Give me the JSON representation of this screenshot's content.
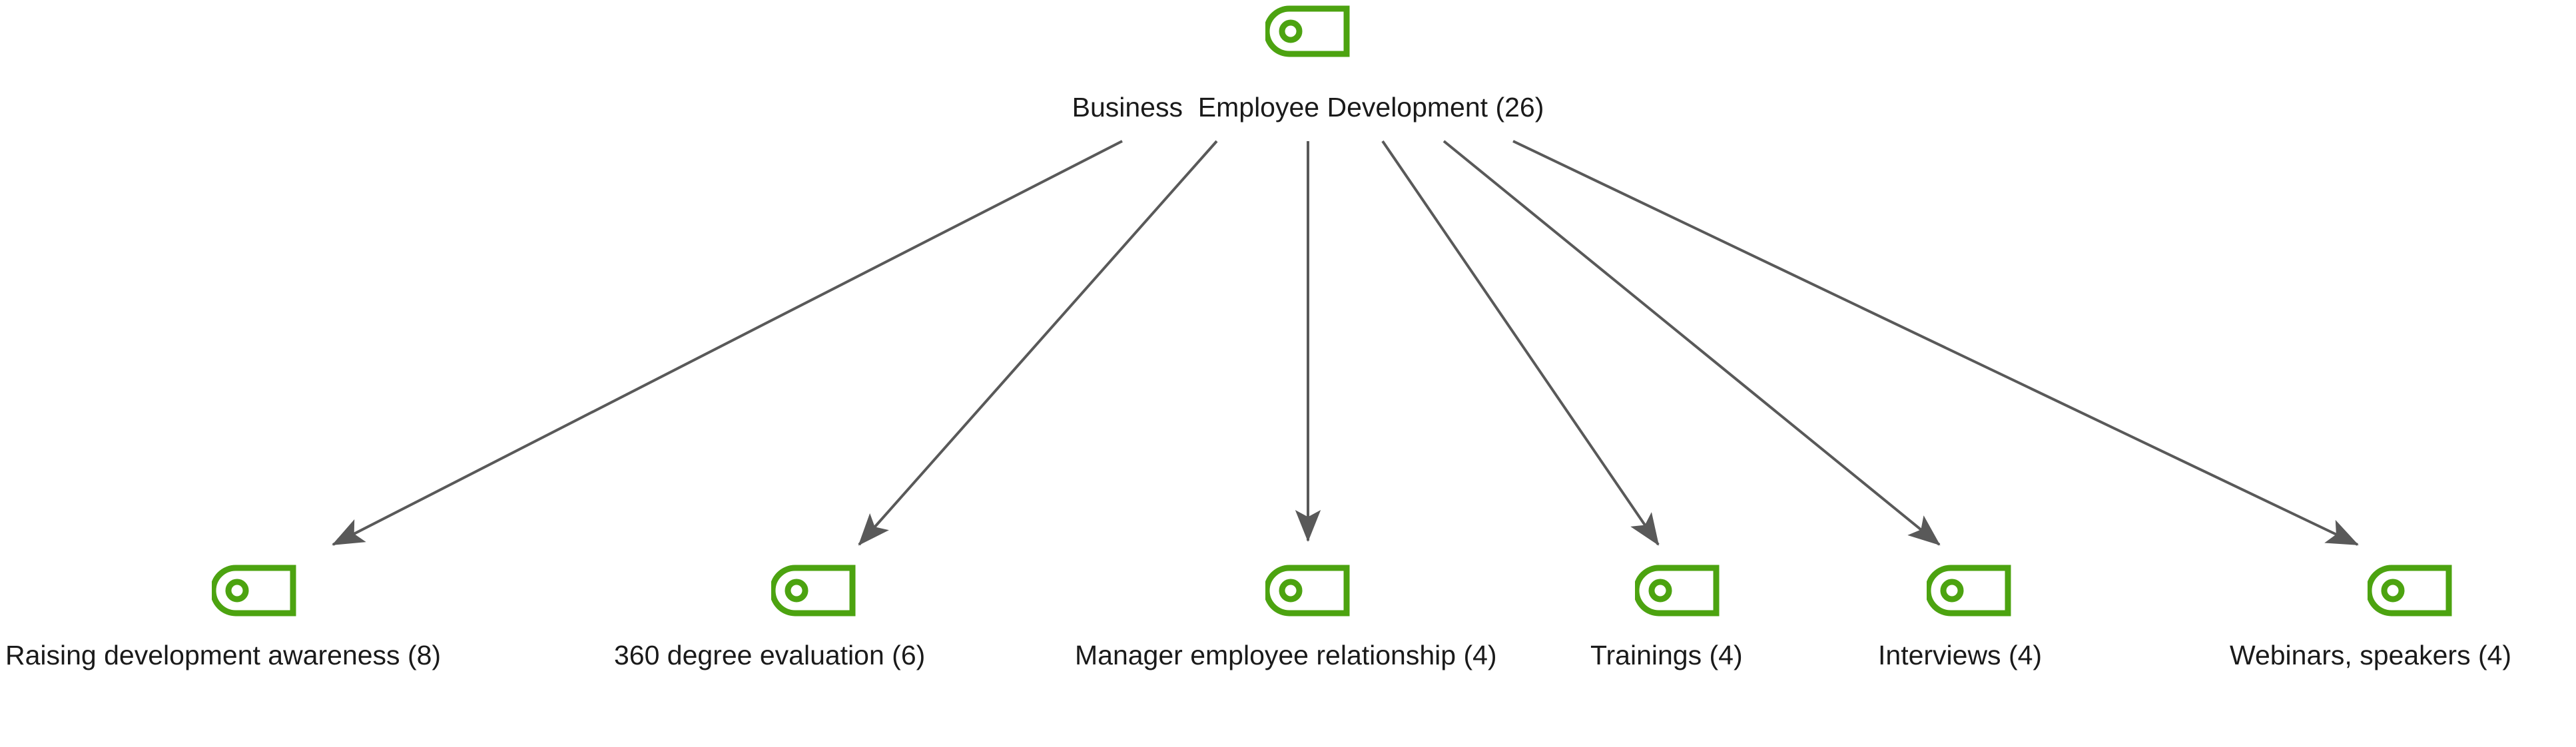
{
  "diagram": {
    "type": "tree",
    "orientation": "top-down",
    "colors": {
      "node_icon_stroke": "#4CA310",
      "edge_line": "#595959",
      "arrow_head": "#595959",
      "label_text": "#1a1a1a",
      "background": "#ffffff"
    },
    "icon_name": "tag-icon",
    "root": {
      "id": "root",
      "label": "Business  Employee Development (26)",
      "count": 26,
      "icon": "tag-icon"
    },
    "children": [
      {
        "id": "child-1",
        "label": "Raising development awareness (8)",
        "count": 8,
        "icon": "tag-icon"
      },
      {
        "id": "child-2",
        "label": "360 degree evaluation (6)",
        "count": 6,
        "icon": "tag-icon"
      },
      {
        "id": "child-3",
        "label": "Manager employee relationship (4)",
        "count": 4,
        "icon": "tag-icon"
      },
      {
        "id": "child-4",
        "label": "Trainings (4)",
        "count": 4,
        "icon": "tag-icon"
      },
      {
        "id": "child-5",
        "label": "Interviews (4)",
        "count": 4,
        "icon": "tag-icon"
      },
      {
        "id": "child-6",
        "label": "Webinars, speakers (4)",
        "count": 4,
        "icon": "tag-icon"
      }
    ]
  }
}
